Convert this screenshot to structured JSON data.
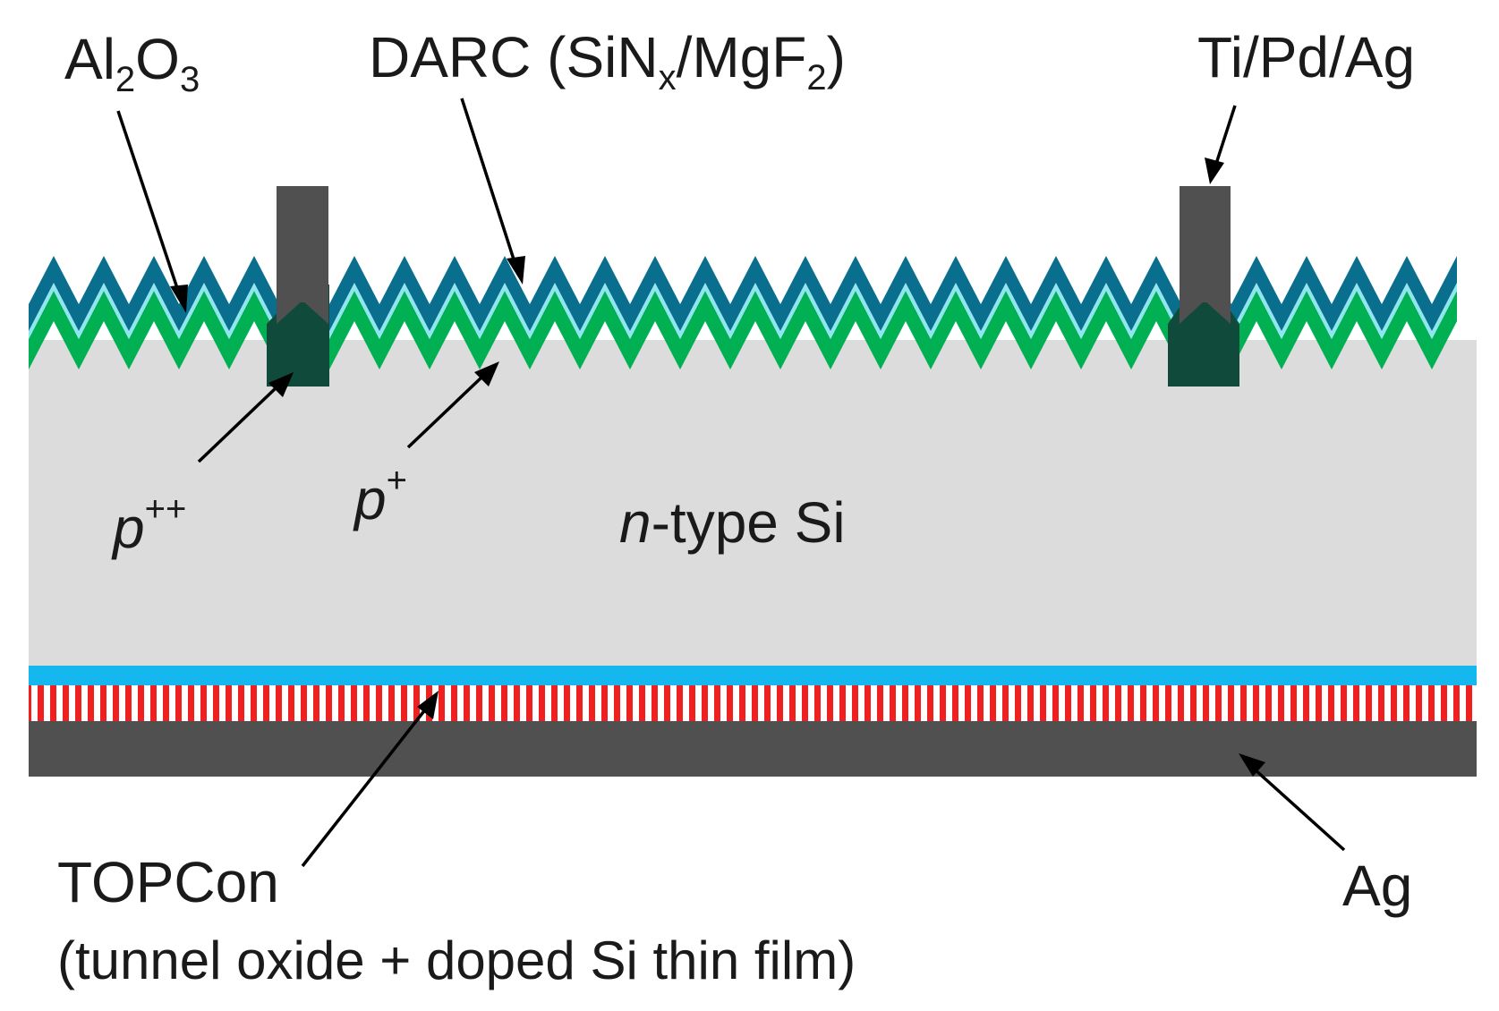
{
  "labels": {
    "al2o3": {
      "main1": "Al",
      "sub1": "2",
      "main2": "O",
      "sub2": "3"
    },
    "darc": {
      "prefix": "DARC (SiN",
      "sub_x": "x",
      "mid": "/MgF",
      "sub_2": "2",
      "suffix": ")"
    },
    "contact": "Ti/Pd/Ag",
    "p_plus_plus": {
      "base": "p",
      "sup": "++"
    },
    "p_plus": {
      "base": "p",
      "sup": "+"
    },
    "substrate": {
      "italic": "n",
      "rest": "-type Si"
    },
    "topcon": "TOPCon",
    "topcon_detail": "(tunnel oxide + doped Si thin film)",
    "rear_metal": "Ag"
  },
  "colors": {
    "substrate": "#dcdcdc",
    "al2o3": "#0a6f8f",
    "interlayer": "#8fe6f0",
    "p_plus": "#00b052",
    "p_plus_plus": "#0f4a3a",
    "contact_metal": "#505050",
    "tunnel_oxide": "#16b6ee",
    "doped_si_stripes": "#ee2020",
    "rear_ag": "#505050"
  }
}
